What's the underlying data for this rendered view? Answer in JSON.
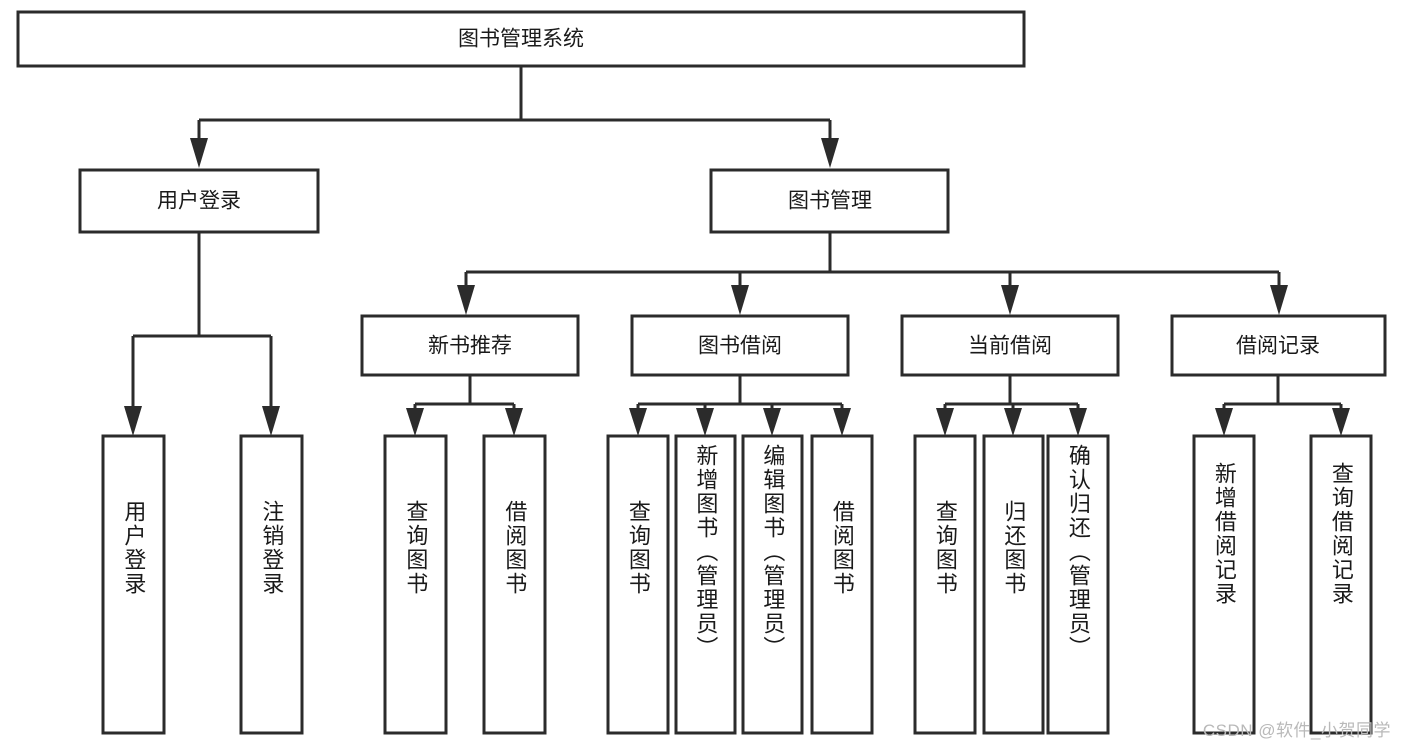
{
  "diagram": {
    "type": "tree",
    "title": "图书管理系统",
    "colors": {
      "stroke": "#2b2b2b",
      "fill": "#ffffff",
      "text": "#1a1a1a",
      "watermark": "#b9b9b9",
      "background": "#ffffff"
    },
    "levels": {
      "root": {
        "label": "图书管理系统"
      },
      "level2": [
        {
          "label": "用户登录"
        },
        {
          "label": "图书管理"
        }
      ],
      "level3": [
        {
          "label": "新书推荐"
        },
        {
          "label": "图书借阅"
        },
        {
          "label": "当前借阅"
        },
        {
          "label": "借阅记录"
        }
      ],
      "leaves": {
        "user_login": [
          {
            "label": "用户登录"
          },
          {
            "label": "注销登录"
          }
        ],
        "new_book_recommend": [
          {
            "label": "查询图书"
          },
          {
            "label": "借阅图书"
          }
        ],
        "book_borrow": [
          {
            "label": "查询图书"
          },
          {
            "label": "新增图书（管理员）"
          },
          {
            "label": "编辑图书（管理员）"
          },
          {
            "label": "借阅图书"
          }
        ],
        "current_borrow": [
          {
            "label": "查询图书"
          },
          {
            "label": "归还图书"
          },
          {
            "label": "确认归还（管理员）"
          }
        ],
        "borrow_record": [
          {
            "label": "新增借阅记录"
          },
          {
            "label": "查询借阅记录"
          }
        ]
      }
    }
  },
  "watermark": {
    "text": "CSDN @软件_小贺同学"
  }
}
